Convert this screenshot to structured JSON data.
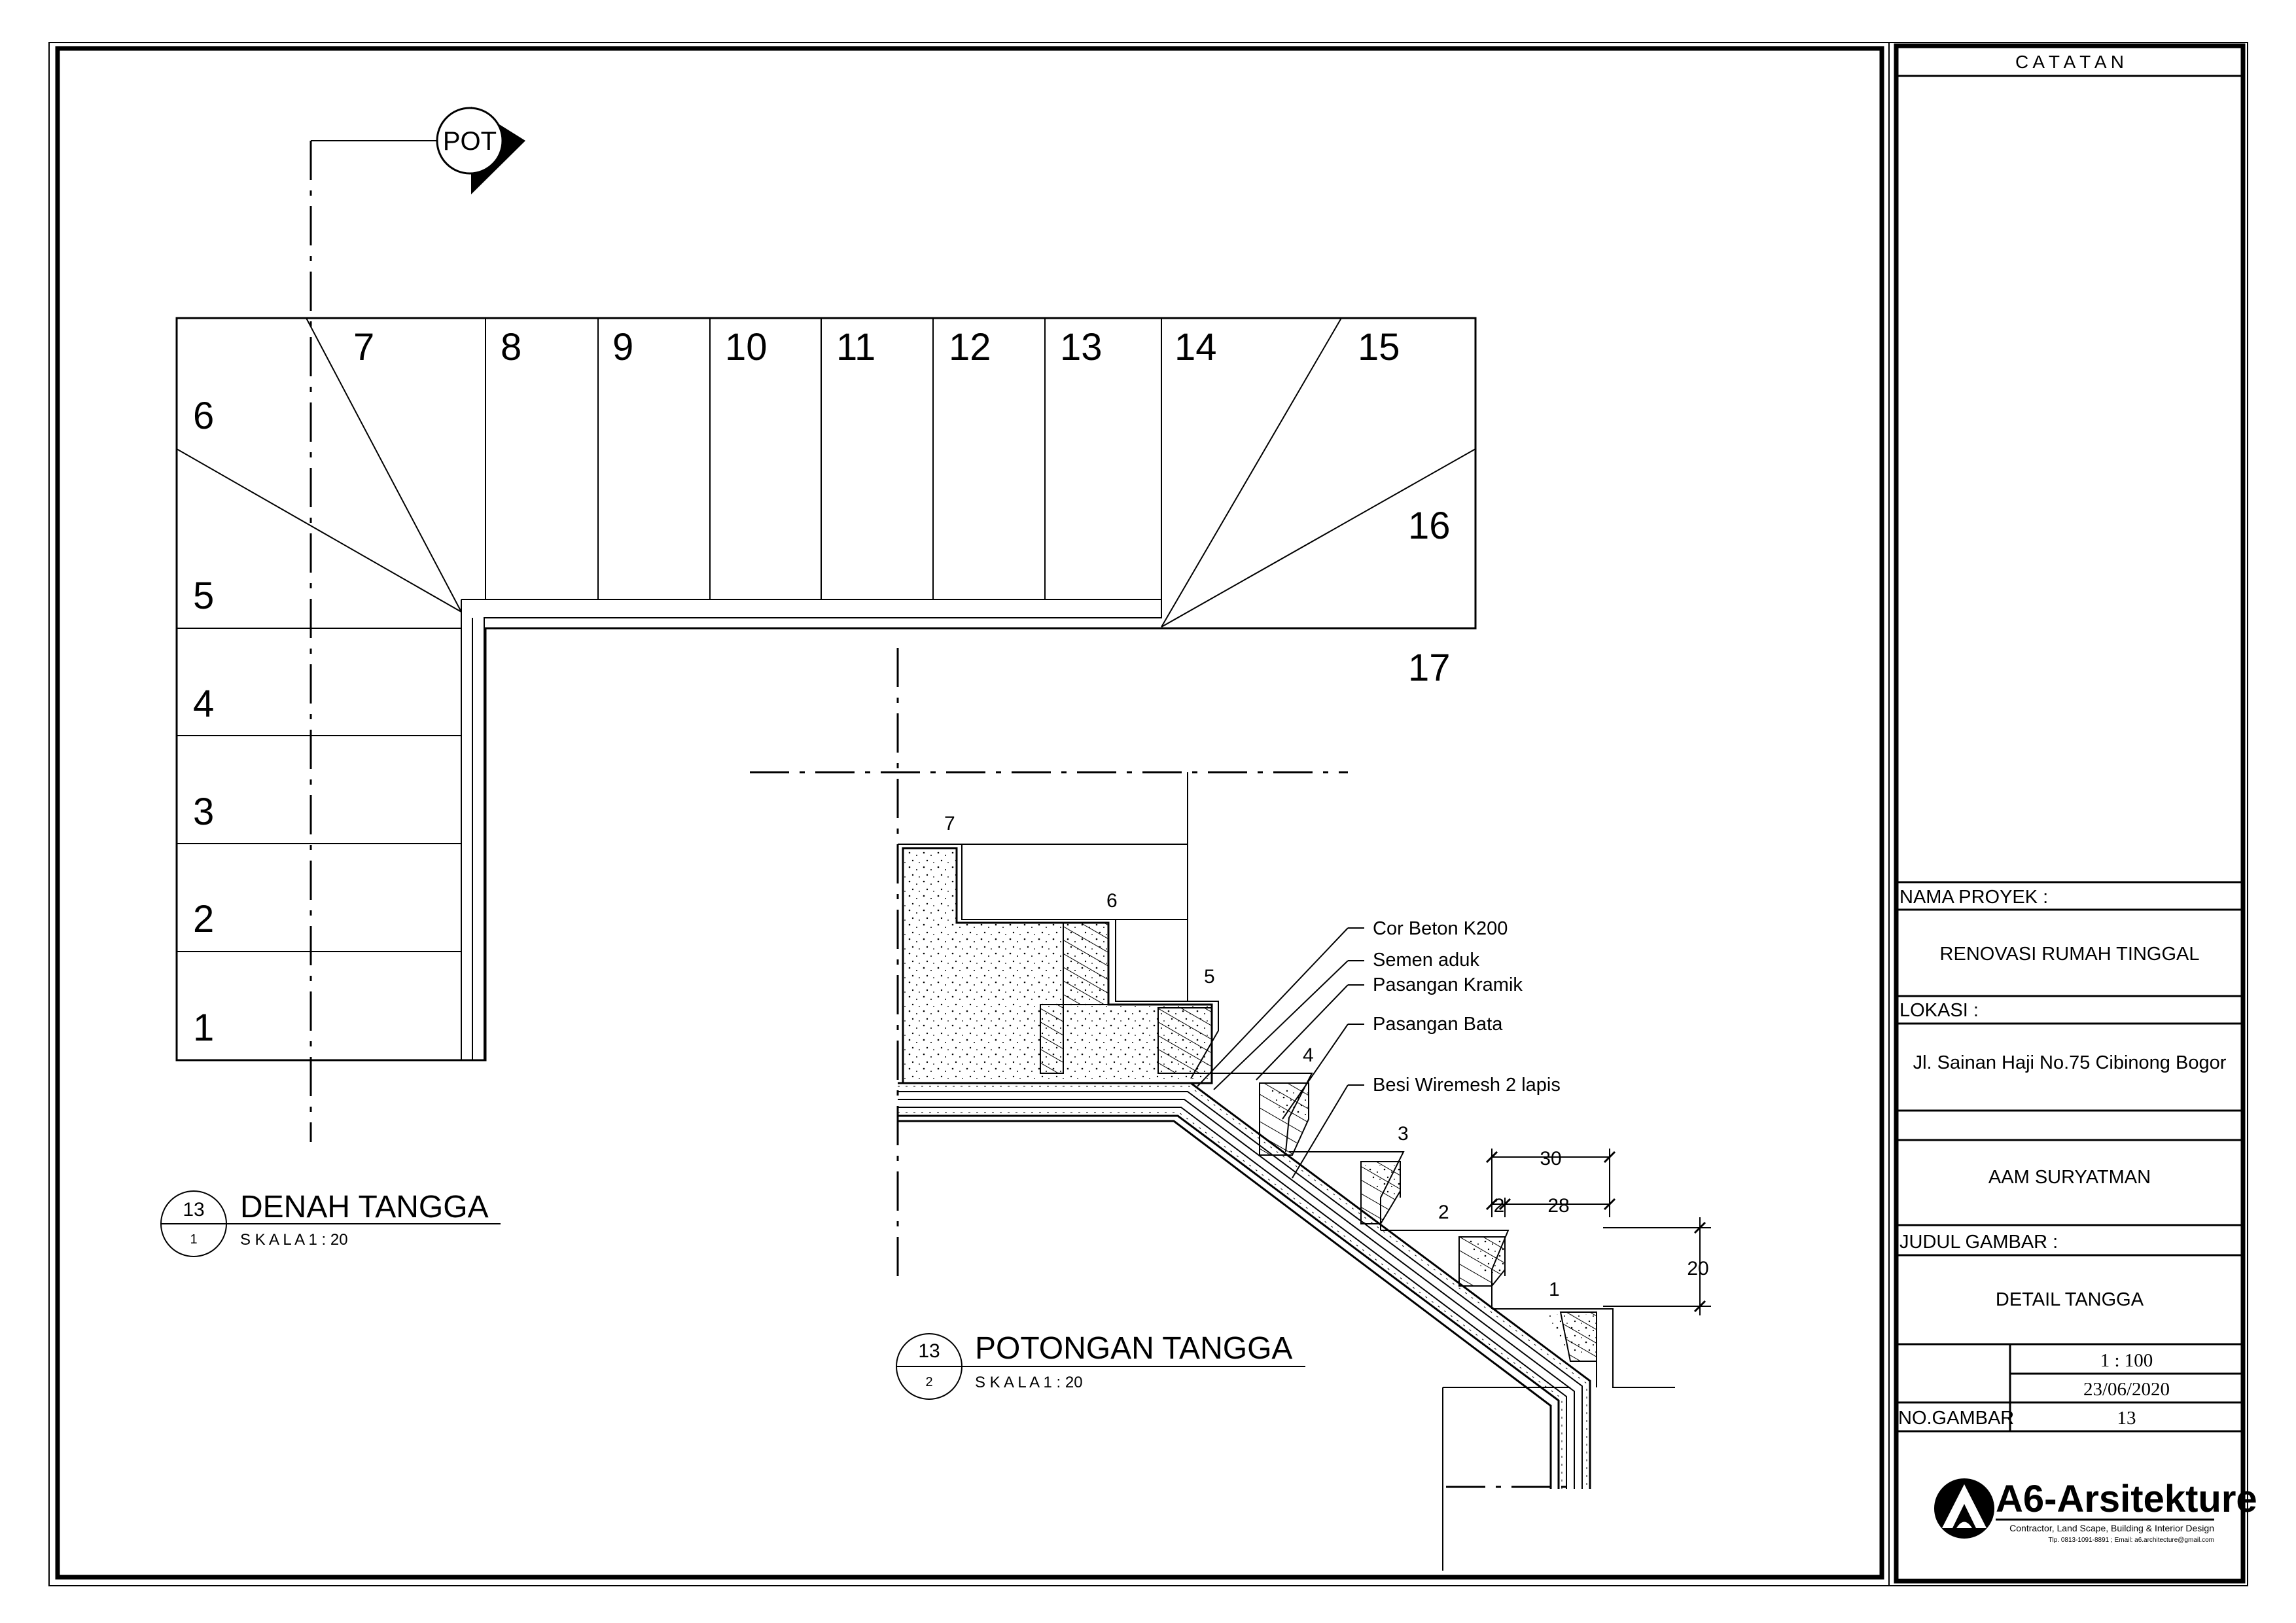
{
  "title_block": {
    "catatan": "C A T A T A N",
    "nama_proyek_label": "NAMA PROYEK :",
    "nama_proyek": "RENOVASI RUMAH TINGGAL",
    "lokasi_label": "LOKASI :",
    "lokasi": "Jl. Sainan Haji No.75 Cibinong Bogor",
    "owner": "AAM SURYATMAN",
    "judul_label": "JUDUL GAMBAR :",
    "judul": "DETAIL TANGGA",
    "scale": "1 : 100",
    "date": "23/06/2020",
    "no_gambar_label": "NO.GAMBAR",
    "no_gambar": "13",
    "brand": "A6-Arsitekture",
    "brand_tagline": "Contractor, Land Scape, Building & Interior Design",
    "brand_contact": "Tlp. 0813-1091-8891 ; Email: a6.architecture@gmail.com"
  },
  "plan": {
    "section_marker": "POT",
    "steps": [
      "1",
      "2",
      "3",
      "4",
      "5",
      "6",
      "7",
      "8",
      "9",
      "10",
      "11",
      "12",
      "13",
      "14",
      "15",
      "16",
      "17"
    ],
    "caption_num": "13",
    "caption_sub": "1",
    "caption_title": "DENAH TANGGA",
    "caption_scale": "S K A L A     1 : 20"
  },
  "section": {
    "steps": [
      "1",
      "2",
      "3",
      "4",
      "5",
      "6",
      "7"
    ],
    "callouts": [
      "Cor Beton K200",
      "Semen aduk",
      "Pasangan Kramik",
      "Pasangan Bata",
      "Besi Wiremesh 2 lapis"
    ],
    "dim_tread": "30",
    "dim_net": "28",
    "dim_finish": "2",
    "dim_riser": "20",
    "caption_num": "13",
    "caption_sub": "2",
    "caption_title": "POTONGAN TANGGA",
    "caption_scale": "S K A L A     1 : 20"
  }
}
